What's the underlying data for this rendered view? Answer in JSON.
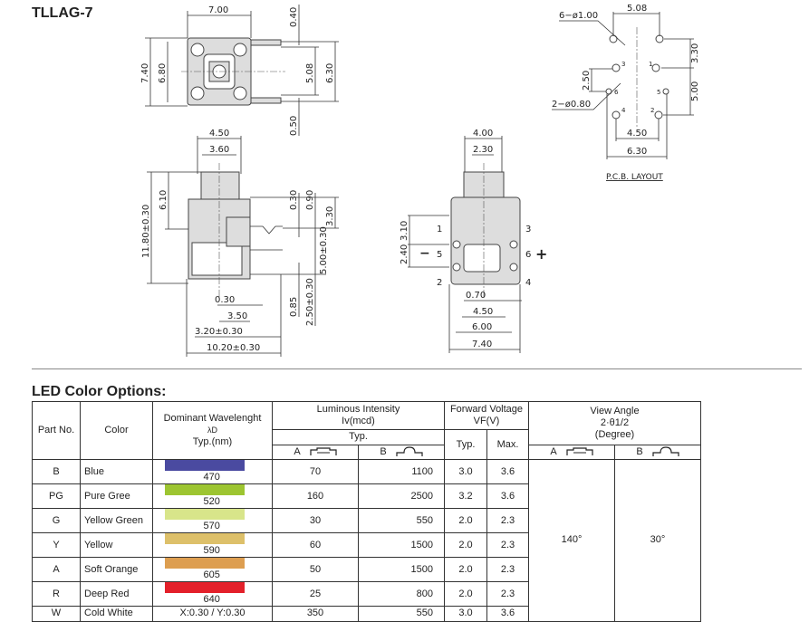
{
  "title": "TLLAG-7",
  "drawings": {
    "top_view": {
      "width": "7.00",
      "height_outer": "7.40",
      "height_inner": "6.80",
      "lead_width": "0.40",
      "lead_pitch": "5.08",
      "lead_span": "6.30",
      "lead_gap": "0.50"
    },
    "side_view": {
      "cap_outer": "4.50",
      "cap_inner": "3.60",
      "total_height": "11.80±0.30",
      "cap_height": "6.10",
      "d_030": "0.30",
      "d_090": "0.90",
      "d_330": "3.30",
      "d_500": "5.00±0.30",
      "d_085": "0.85",
      "d_250": "2.50±0.30",
      "b_030": "0.30",
      "b_350": "3.50",
      "b_320": "3.20±0.30",
      "b_1020": "10.20±0.30"
    },
    "front_view": {
      "cap_outer": "4.00",
      "cap_inner": "2.30",
      "d_310": "3.10",
      "d_240": "2.40",
      "pin1": "1",
      "pin2": "2",
      "pin3": "3",
      "pin4": "4",
      "pin5": "5",
      "pin6": "6",
      "minus": "−",
      "plus": "+",
      "d_070": "0.70",
      "d_450": "4.50",
      "d_600": "6.00",
      "d_740": "7.40"
    },
    "pcb": {
      "pitch": "5.08",
      "holes_large": "6−ø1.00",
      "holes_small": "2−ø0.80",
      "d_330": "3.30",
      "d_500": "5.00",
      "d_250": "2.50",
      "d_450": "4.50",
      "d_630": "6.30",
      "pin1": "1",
      "pin2": "2",
      "pin3": "3",
      "pin4": "4",
      "pin5": "5",
      "pin6": "6",
      "caption": "P.C.B. LAYOUT"
    }
  },
  "section_title": "LED Color Options:",
  "table": {
    "headers": {
      "part_no": "Part No.",
      "color": "Color",
      "wavelength": "Dominant Wavelenght",
      "wavelength_sym": "λD",
      "wavelength_unit": "Typ.(nm)",
      "luminous": "Luminous Intensity",
      "luminous_unit": "Iv(mcd)",
      "luminous_typ": "Typ.",
      "forward": "Forward Voltage",
      "forward_unit": "VF(V)",
      "typ": "Typ.",
      "max": "Max.",
      "view": "View Angle",
      "view_sym": "2·θ1/2",
      "view_unit": "(Degree)",
      "a": "A",
      "b": "B"
    },
    "rows": [
      {
        "part": "B",
        "color": "Blue",
        "swatch": "#4a4aa0",
        "wl": "470",
        "iv_a": "70",
        "iv_b": "1100",
        "vf_typ": "3.0",
        "vf_max": "3.6"
      },
      {
        "part": "PG",
        "color": "Pure Gree",
        "swatch": "#9dc531",
        "wl": "520",
        "iv_a": "160",
        "iv_b": "2500",
        "vf_typ": "3.2",
        "vf_max": "3.6"
      },
      {
        "part": "G",
        "color": "Yellow Green",
        "swatch": "#d8e58a",
        "wl": "570",
        "iv_a": "30",
        "iv_b": "550",
        "vf_typ": "2.0",
        "vf_max": "2.3"
      },
      {
        "part": "Y",
        "color": "Yellow",
        "swatch": "#ddc06a",
        "wl": "590",
        "iv_a": "60",
        "iv_b": "1500",
        "vf_typ": "2.0",
        "vf_max": "2.3"
      },
      {
        "part": "A",
        "color": "Soft Orange",
        "swatch": "#dd9e50",
        "wl": "605",
        "iv_a": "50",
        "iv_b": "1500",
        "vf_typ": "2.0",
        "vf_max": "2.3"
      },
      {
        "part": "R",
        "color": "Deep Red",
        "swatch": "#e3202a",
        "wl": "640",
        "iv_a": "25",
        "iv_b": "800",
        "vf_typ": "2.0",
        "vf_max": "2.3"
      },
      {
        "part": "W",
        "color": "Cold White",
        "swatch": "",
        "wl": "X:0.30 / Y:0.30",
        "iv_a": "350",
        "iv_b": "550",
        "vf_typ": "3.0",
        "vf_max": "3.6"
      }
    ],
    "view_a": "140°",
    "view_b": "30°"
  }
}
